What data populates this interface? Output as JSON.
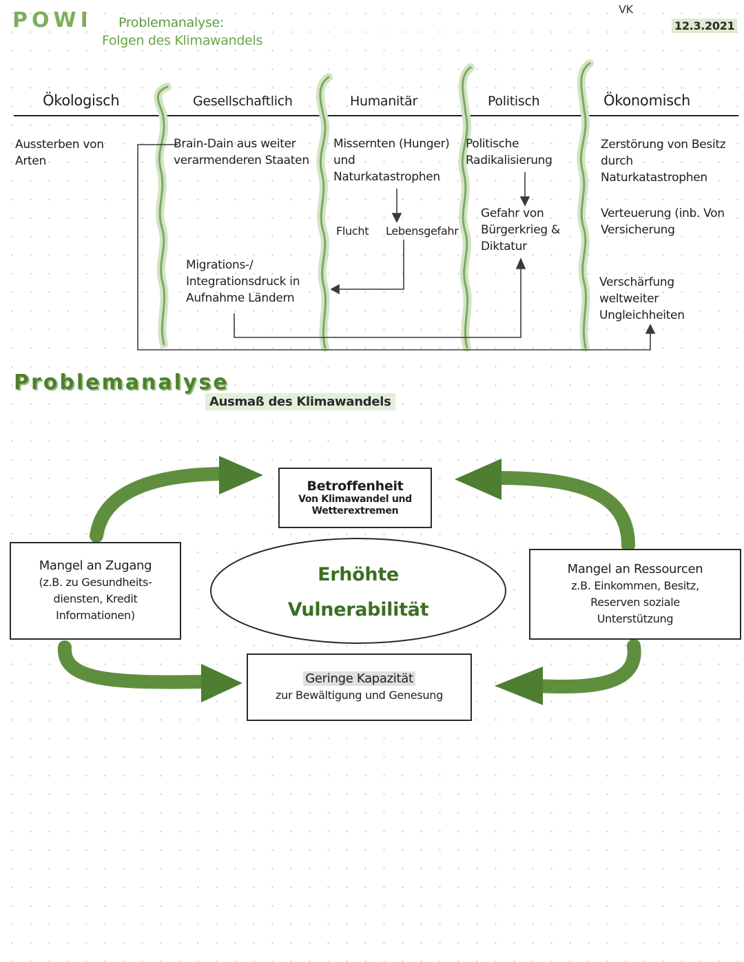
{
  "header": {
    "logo": "POWI",
    "title": "Problemanalyse:",
    "subtitle": "Folgen des Klimawandels",
    "initials": "VK",
    "date": "12.3.2021"
  },
  "table": {
    "columns": [
      "Ökologisch",
      "Gesellschaftlich",
      "Humanitär",
      "Politisch",
      "Ökonomisch"
    ],
    "oekologisch": {
      "item1": "Aussterben von Arten"
    },
    "gesellschaftlich": {
      "item1": "Brain-Dain aus weiter verarmenderen Staaten",
      "item2": "Migrations-/ Integrationsdruck in Aufnahme Ländern"
    },
    "humanitaer": {
      "item1": "Missernten (Hunger) und Naturkatastrophen",
      "item2": "Flucht",
      "item3": "Lebensgefahr"
    },
    "politisch": {
      "item1": "Politische Radikalisierung",
      "item2": "Gefahr von Bürgerkrieg & Diktatur"
    },
    "oekonomisch": {
      "item1": "Zerstörung von Besitz durch Naturkatastrophen",
      "item2": "Verteuerung (inb. Von Versicherung",
      "item3": "Verschärfung weltweiter Ungleichheiten"
    }
  },
  "section2": {
    "title": "Problemanalyse",
    "subtitle": "Ausmaß des Klimawandels",
    "top_box": {
      "title": "Betroffenheit",
      "text": "Von Klimawandel und Wetterextremen"
    },
    "center": {
      "line1": "Erhöhte",
      "line2": "Vulnerabilität"
    },
    "left_box": {
      "title": "Mangel an Zugang",
      "text": "(z.B. zu Gesundheits- diensten, Kredit Informationen)"
    },
    "right_box": {
      "title": "Mangel an Ressourcen",
      "text": "z.B. Einkommen, Besitz, Reserven soziale Unterstützung"
    },
    "bottom_box": {
      "title": "Geringe Kapazität",
      "text": "zur Bewältigung und Genesung"
    }
  },
  "colors": {
    "accent_green": "#5f9a3e",
    "dark_green": "#3c6e24",
    "light_green": "#c9dfb8"
  }
}
